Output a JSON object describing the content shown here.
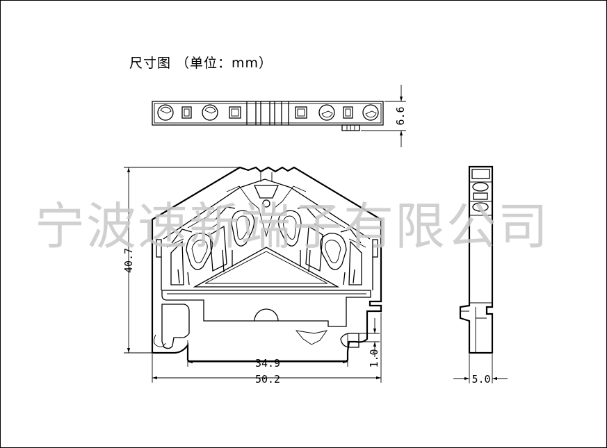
{
  "title": "尺寸图 （单位：mm）",
  "watermark": "宁波速新端子有限公司",
  "dimensions": {
    "overall_width": "50.2",
    "rail_width": "34.9",
    "overall_height": "40.7",
    "top_depth": "6.6",
    "side_width": "5.0",
    "foot_offset": "1.0"
  },
  "colors": {
    "line": "#000000",
    "watermark": "#c8c8c8"
  }
}
